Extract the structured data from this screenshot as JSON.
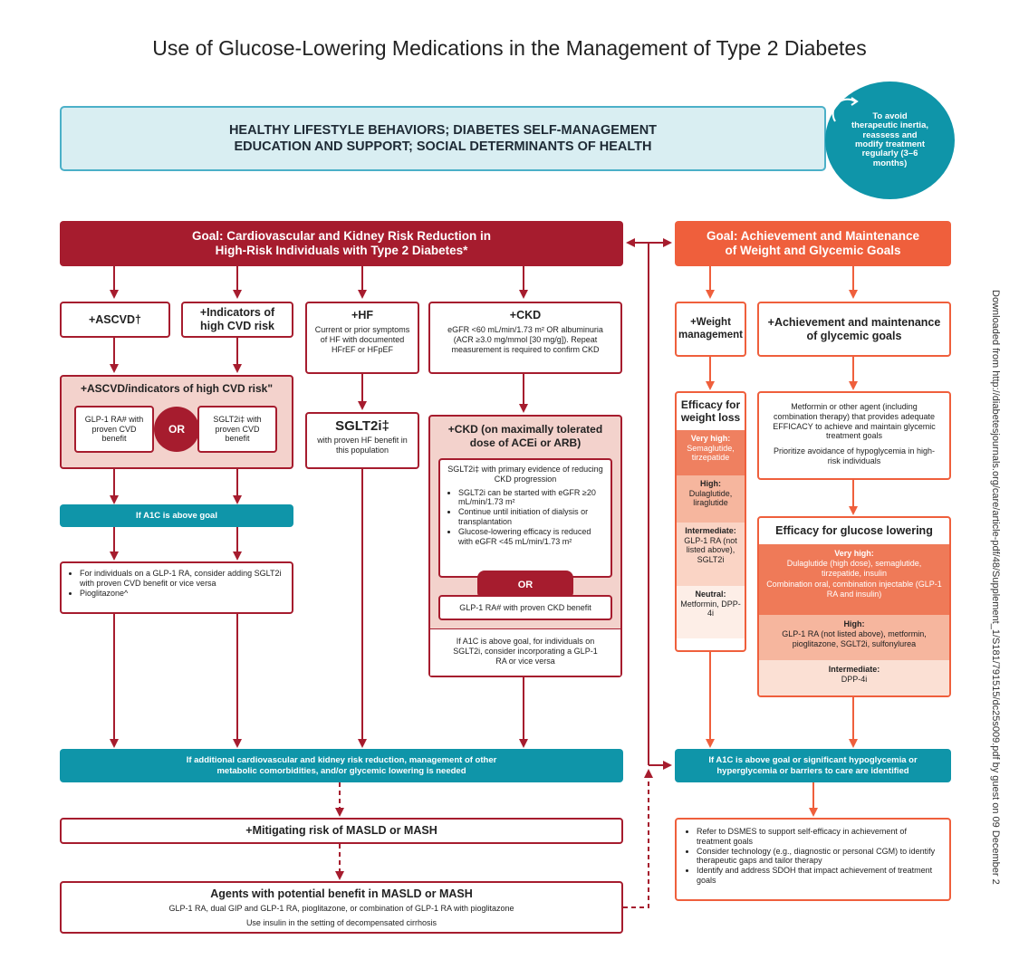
{
  "title": "Use of Glucose-Lowering Medications in the Management of Type 2 Diabetes",
  "banner": {
    "line1": "HEALTHY LIFESTYLE BEHAVIORS; DIABETES SELF-MANAGEMENT",
    "line2": "EDUCATION AND SUPPORT; SOCIAL DETERMINANTS OF HEALTH"
  },
  "reassess_circle": "To avoid therapeutic inertia, reassess and modify treatment regularly (3–6 months)",
  "goal_left": {
    "line1": "Goal: Cardiovascular and Kidney Risk Reduction in",
    "line2": "High-Risk Individuals with Type 2 Diabetes*"
  },
  "goal_right": {
    "line1": "Goal: Achievement and Maintenance",
    "line2": "of Weight and Glycemic Goals"
  },
  "ascvd": "+ASCVD†",
  "cvd_risk": {
    "line1": "+Indicators of",
    "line2": "high CVD risk"
  },
  "hf": {
    "title": "+HF",
    "text": "Current or prior symptoms of HF with documented HFrEF or HFpEF"
  },
  "ckd": {
    "title": "+CKD",
    "text": "eGFR <60 mL/min/1.73 m² OR albuminuria (ACR ≥3.0 mg/mmol [30 mg/g]). Repeat measurement is required to confirm CKD"
  },
  "ascvd_combined": {
    "title": "+ASCVD/indicators of high CVD risk\"",
    "opt1": "GLP-1 RA# with proven CVD benefit",
    "or": "OR",
    "opt2": "SGLT2i‡ with proven CVD benefit"
  },
  "sglt2_hf": {
    "title": "SGLT2i‡",
    "text": "with proven HF benefit in this population"
  },
  "ckd_tolerated": {
    "title": "+CKD (on maximally tolerated dose of ACEi or ARB)",
    "inner_title": "SGLT2i‡ with primary evidence of reducing CKD progression",
    "bullets": [
      "SGLT2i can be started with eGFR ≥20 mL/min/1.73 m²",
      "Continue until initiation of dialysis or transplantation",
      "Glucose-lowering efficacy is reduced with eGFR <45 mL/min/1.73 m²"
    ],
    "or": "OR",
    "glp1": "GLP-1 RA# with proven CKD benefit",
    "footer": "If A1C is above goal, for individuals on SGLT2i, consider incorporating a GLP-1 RA or vice versa"
  },
  "a1c_bar": "If A1C is above goal",
  "a1c_bullets": [
    "For individuals on a GLP-1 RA, consider adding SGLT2i with proven CVD benefit or vice versa",
    "Pioglitazone^"
  ],
  "weight_mgmt": "+Weight management",
  "glycemic_goals": {
    "line1": "+Achievement and maintenance",
    "line2": "of glycemic goals"
  },
  "weight_efficacy": {
    "title": "Efficacy for weight loss",
    "rows": [
      {
        "level": "Very high:",
        "drugs": "Semaglutide, tirzepatide",
        "bg": "#ef8060",
        "fg": "#ffffff"
      },
      {
        "level": "High:",
        "drugs": "Dulaglutide, liraglutide",
        "bg": "#f6b69e",
        "fg": "#222222"
      },
      {
        "level": "Intermediate:",
        "drugs": "GLP-1 RA (not listed above), SGLT2i",
        "bg": "#fad4c5",
        "fg": "#222222"
      },
      {
        "level": "Neutral:",
        "drugs": "Metformin, DPP-4i",
        "bg": "#fdeee7",
        "fg": "#222222"
      }
    ]
  },
  "metformin": {
    "p1": "Metformin or other agent (including combination therapy) that provides adequate EFFICACY to achieve and maintain glycemic treatment goals",
    "p2": "Prioritize avoidance of hypoglycemia in high-risk individuals"
  },
  "glucose_efficacy": {
    "title": "Efficacy for glucose lowering",
    "very_high_label": "Very high:",
    "very_high_1": "Dulaglutide (high dose), semaglutide, tirzepatide, insulin",
    "very_high_2": "Combination oral, combination injectable (GLP-1 RA and insulin)",
    "high_label": "High:",
    "high": "GLP-1 RA (not listed above), metformin, pioglitazone, SGLT2i, sulfonylurea",
    "intermediate_label": "Intermediate:",
    "intermediate": "DPP-4i"
  },
  "additional_bar": {
    "line1": "If additional cardiovascular and kidney risk reduction, management of other",
    "line2": "metabolic comorbidities, and/or glycemic lowering is needed"
  },
  "hypo_bar": {
    "line1": "If A1C is above goal or significant hypoglycemia or",
    "line2": "hyperglycemia or barriers to care are identified"
  },
  "masld": "+Mitigating risk of MASLD or MASH",
  "agents": {
    "title": "Agents with potential benefit in MASLD or MASH",
    "line1": "GLP-1 RA, dual GIP and GLP-1 RA, pioglitazone, or combination of GLP-1 RA with pioglitazone",
    "line2": "Use insulin in the setting of decompensated cirrhosis"
  },
  "dsmes_bullets": [
    "Refer to DSMES to support self-efficacy in achievement of treatment goals",
    "Consider technology (e.g., diagnostic or personal CGM) to identify therapeutic gaps and tailor therapy",
    "Identify and address SDOH that impact achievement of treatment goals"
  ],
  "side_note": "Downloaded from http://diabetesjournals.org/care/article-pdf/48/Supplement_1/S181/791515/dc25s009.pdf by guest on 09 December 2",
  "colors": {
    "red": "#a61c2e",
    "orange": "#ef5f3c",
    "teal": "#0f95a9",
    "pink": "#f3d2cc"
  }
}
